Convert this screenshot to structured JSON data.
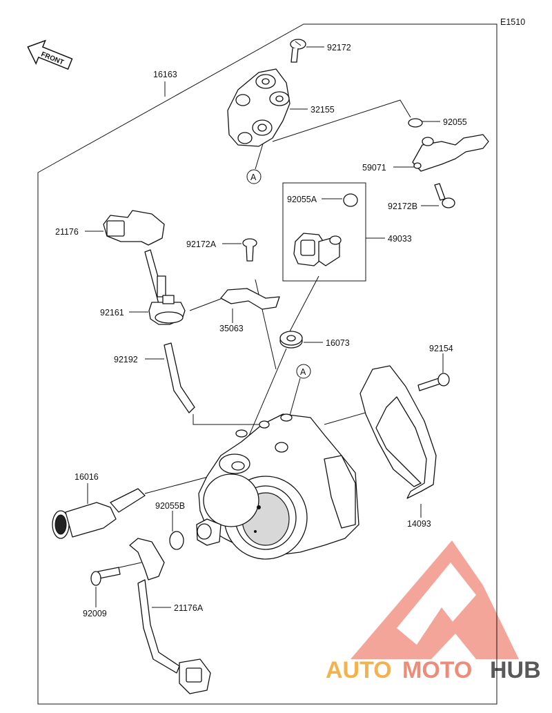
{
  "diagram_code": "E1510",
  "front_label": "FRONT",
  "watermark": {
    "auto": "AUTO",
    "moto": "MOTO",
    "hub": "HUB"
  },
  "callout_letter": "A",
  "parts": {
    "p16163": "16163",
    "p92172": "92172",
    "p32155": "32155",
    "p92055": "92055",
    "p59071": "59071",
    "p92172B": "92172B",
    "p92055A": "92055A",
    "p49033": "49033",
    "p21176": "21176",
    "p92172A": "92172A",
    "p92161": "92161",
    "p35063": "35063",
    "p16073": "16073",
    "p92192": "92192",
    "p92154": "92154",
    "p16016": "16016",
    "p92055B": "92055B",
    "p14093": "14093",
    "p92009": "92009",
    "p21176A": "21176A"
  }
}
